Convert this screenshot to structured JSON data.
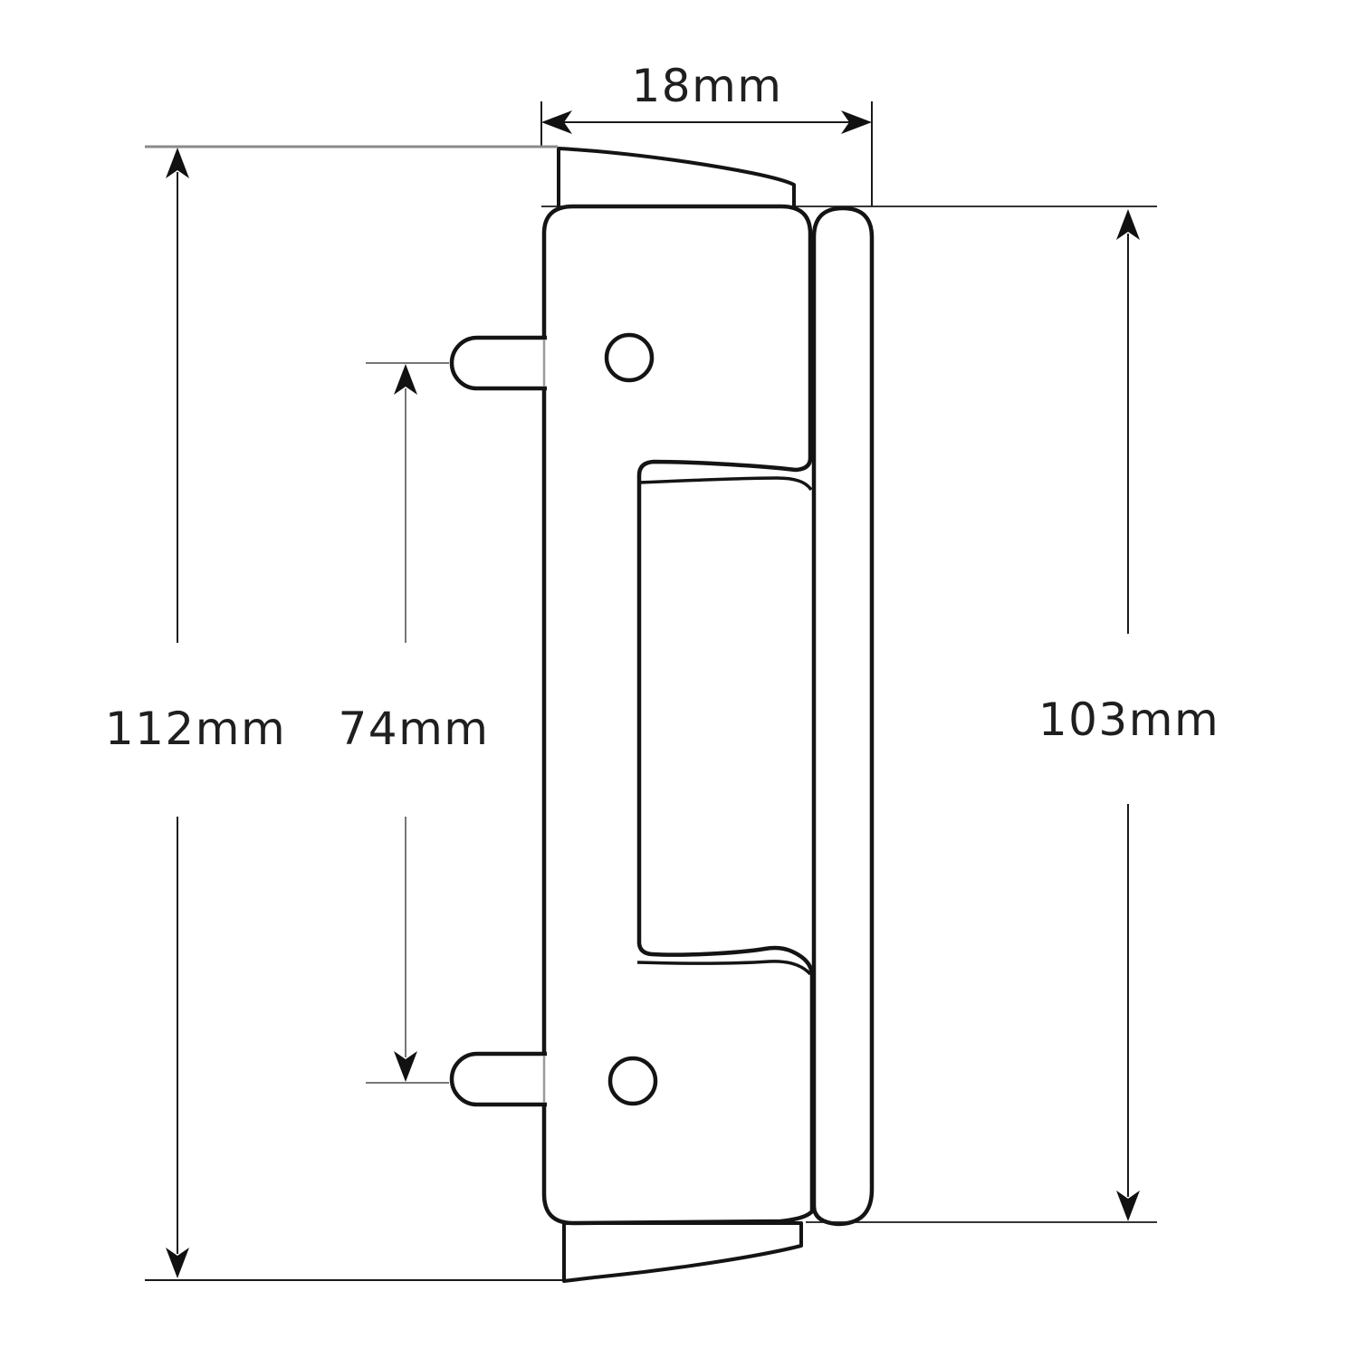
{
  "drawing": {
    "type": "technical-line-drawing",
    "subject": "door hinge side profile with dimension callouts",
    "background_color": "#ffffff",
    "outline_color": "#141414",
    "dim_line_color": "#1a1a1a",
    "aux_gray_color": "#8a8a8a",
    "text_color": "#1f1f1f",
    "dimensions": {
      "depth_top": {
        "label": "18mm",
        "value_mm": 18,
        "orientation": "horizontal",
        "position": "top"
      },
      "overall_height": {
        "label": "112mm",
        "value_mm": 112,
        "orientation": "vertical",
        "position": "far-left"
      },
      "pin_spacing": {
        "label": "74mm",
        "value_mm": 74,
        "orientation": "vertical",
        "position": "inner-left"
      },
      "leaf_height": {
        "label": "103mm",
        "value_mm": 103,
        "orientation": "vertical",
        "position": "right"
      }
    },
    "features": {
      "holes": 2,
      "pins": 2,
      "leaves": 2
    }
  }
}
